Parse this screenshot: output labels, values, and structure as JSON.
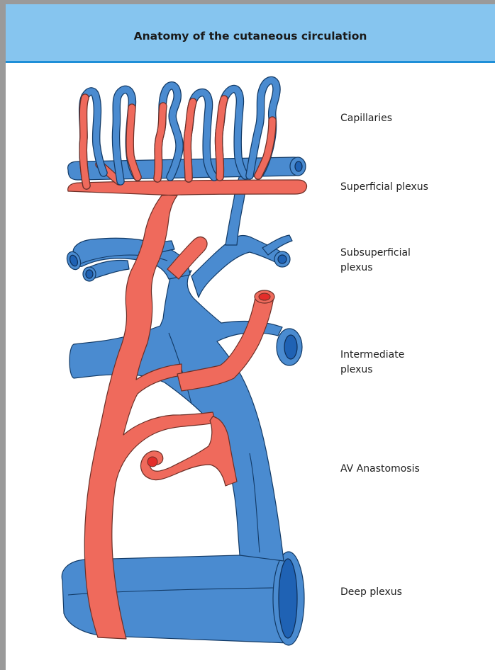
{
  "header": {
    "title": "Anatomy of the cutaneous circulation"
  },
  "labels": {
    "capillaries": "Capillaries",
    "superficial_plexus": "Superficial plexus",
    "subsuperficial_plexus_line1": "Subsuperficial",
    "subsuperficial_plexus_line2": "plexus",
    "intermediate_plexus_line1": "Intermediate",
    "intermediate_plexus_line2": "plexus",
    "av_anastomosis": "AV Anastomosis",
    "deep_plexus": "Deep plexus"
  },
  "colors": {
    "header_background": "#86c5ef",
    "header_rule": "#1f8fd8",
    "artery": "#ef6a5c",
    "vein": "#4a8bd0",
    "frame": "#9a9a9a"
  }
}
